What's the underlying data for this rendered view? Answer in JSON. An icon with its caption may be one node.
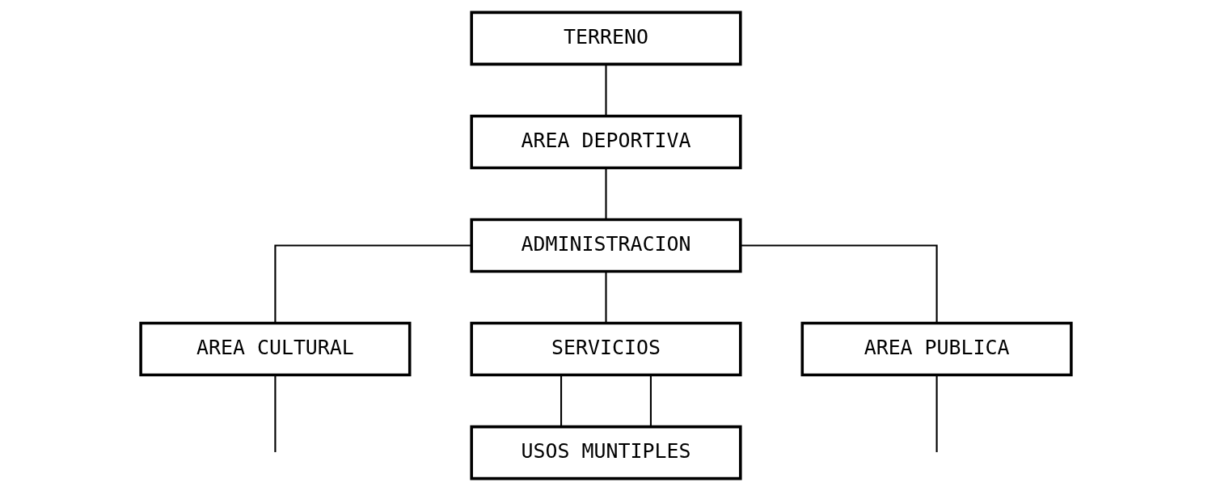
{
  "diagram": {
    "nodes": [
      {
        "text": [
          "TERRENO"
        ]
      },
      {
        "text": [
          "AREA DEPORTIVA"
        ]
      },
      {
        "text": [
          "ADMINISTRACION"
        ]
      },
      {
        "text": [
          "AREA CULTURAL"
        ]
      },
      {
        "text": [
          "SERVICIOS"
        ]
      },
      {
        "text": [
          "AREA PUBLICA"
        ]
      },
      {
        "text": [
          "USOS MUNTIPLES"
        ]
      }
    ],
    "edges": [
      {
        "from": 0,
        "to": 1,
        "arrow": "none"
      },
      {
        "from": 1,
        "to": 2,
        "arrow": "none"
      },
      {
        "from": 2,
        "to": 3,
        "arrow": "none"
      },
      {
        "from": 2,
        "to": 4,
        "arrow": "none"
      },
      {
        "from": 2,
        "to": 5,
        "arrow": "none"
      },
      {
        "from": 4,
        "to": 6,
        "arrow": "none"
      },
      {
        "from": 4,
        "to": 6,
        "arrow": "none"
      },
      {
        "from": 3,
        "to": null,
        "arrow": "none"
      },
      {
        "from": 5,
        "to": null,
        "arrow": "none"
      }
    ]
  }
}
